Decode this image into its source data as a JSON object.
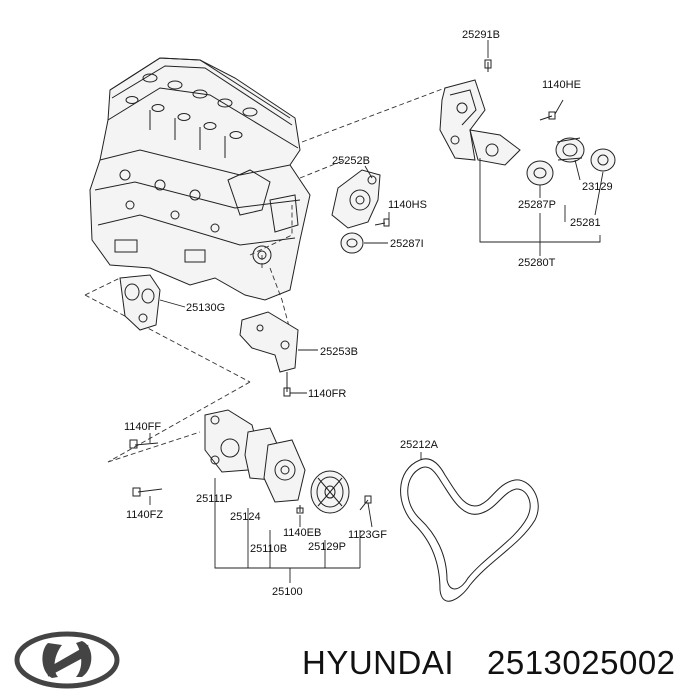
{
  "labels": {
    "p25291B": "25291B",
    "p1140HE": "1140HE",
    "p25252B": "25252B",
    "p1140HS": "1140HS",
    "p23129": "23129",
    "p25287P": "25287P",
    "p25281": "25281",
    "p25287I": "25287I",
    "p25280T": "25280T",
    "p25130G": "25130G",
    "p25253B": "25253B",
    "p1140FR": "1140FR",
    "p1140FF": "1140FF",
    "p25212A": "25212A",
    "p25111P": "25111P",
    "p25124": "25124",
    "p1140EB": "1140EB",
    "p1123GF": "1123GF",
    "p25110B": "25110B",
    "p25129P": "25129P",
    "p1140FZ": "1140FZ",
    "p25100": "25100"
  },
  "footer": {
    "brand": "HYUNDAI",
    "part_number": "2513025002",
    "logo_icon": "hyundai-logo-icon"
  }
}
